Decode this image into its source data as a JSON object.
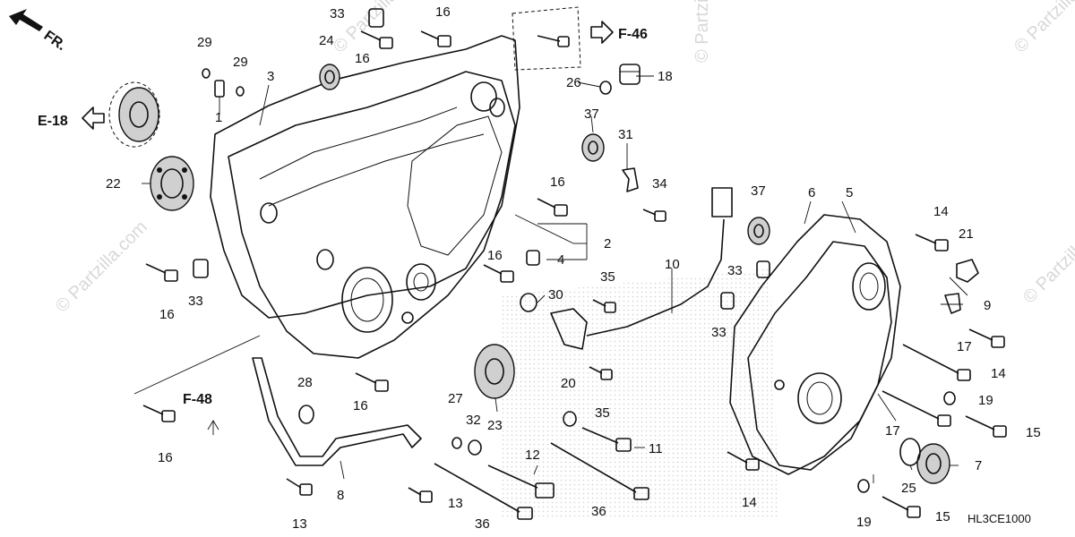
{
  "watermark": {
    "brand": "© Partzilla",
    "small": "© Partzilla.com"
  },
  "diagram_code": "HL3CE1000",
  "direction_label": "FR.",
  "references": [
    "E-18",
    "F-46",
    "F-48"
  ],
  "callouts": {
    "c1": "1",
    "c2": "2",
    "c3": "3",
    "c4": "4",
    "c5": "5",
    "c6": "6",
    "c7": "7",
    "c8": "8",
    "c9": "9",
    "c10": "10",
    "c11": "11",
    "c12": "12",
    "c13a": "13",
    "c13b": "13",
    "c14a": "14",
    "c14b": "14",
    "c14c": "14",
    "c15a": "15",
    "c15b": "15",
    "c16a": "16",
    "c16b": "16",
    "c16c": "16",
    "c16d": "16",
    "c16e": "16",
    "c16f": "16",
    "c16g": "16",
    "c17a": "17",
    "c17b": "17",
    "c18": "18",
    "c19a": "19",
    "c19b": "19",
    "c20": "20",
    "c21": "21",
    "c22": "22",
    "c23": "23",
    "c24": "24",
    "c25": "25",
    "c26": "26",
    "c27": "27",
    "c28": "28",
    "c29a": "29",
    "c29b": "29",
    "c30": "30",
    "c31": "31",
    "c32": "32",
    "c33a": "33",
    "c33b": "33",
    "c33c": "33",
    "c33d": "33",
    "c34": "34",
    "c35a": "35",
    "c35b": "35",
    "c36a": "36",
    "c36b": "36",
    "c37a": "37",
    "c37b": "37"
  }
}
